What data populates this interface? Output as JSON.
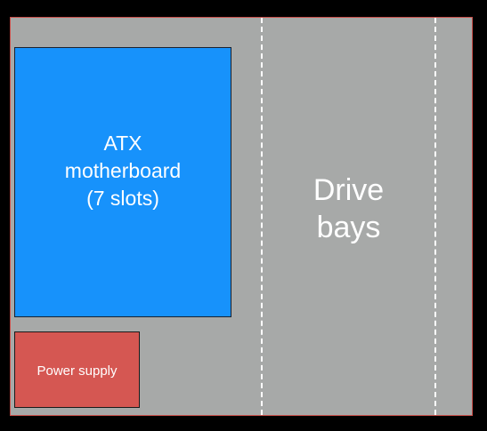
{
  "colors": {
    "background": "#000000",
    "case_fill": "#a7a9a8",
    "case_border": "#c94f4a",
    "motherboard": "#1792fb",
    "power_supply": "#d55752",
    "text": "#ffffff"
  },
  "motherboard": {
    "line1": "ATX",
    "line2": "motherboard",
    "line3": "(7 slots)"
  },
  "power_supply": {
    "label": "Power supply"
  },
  "drive_bays": {
    "line1": "Drive",
    "line2": "bays"
  }
}
